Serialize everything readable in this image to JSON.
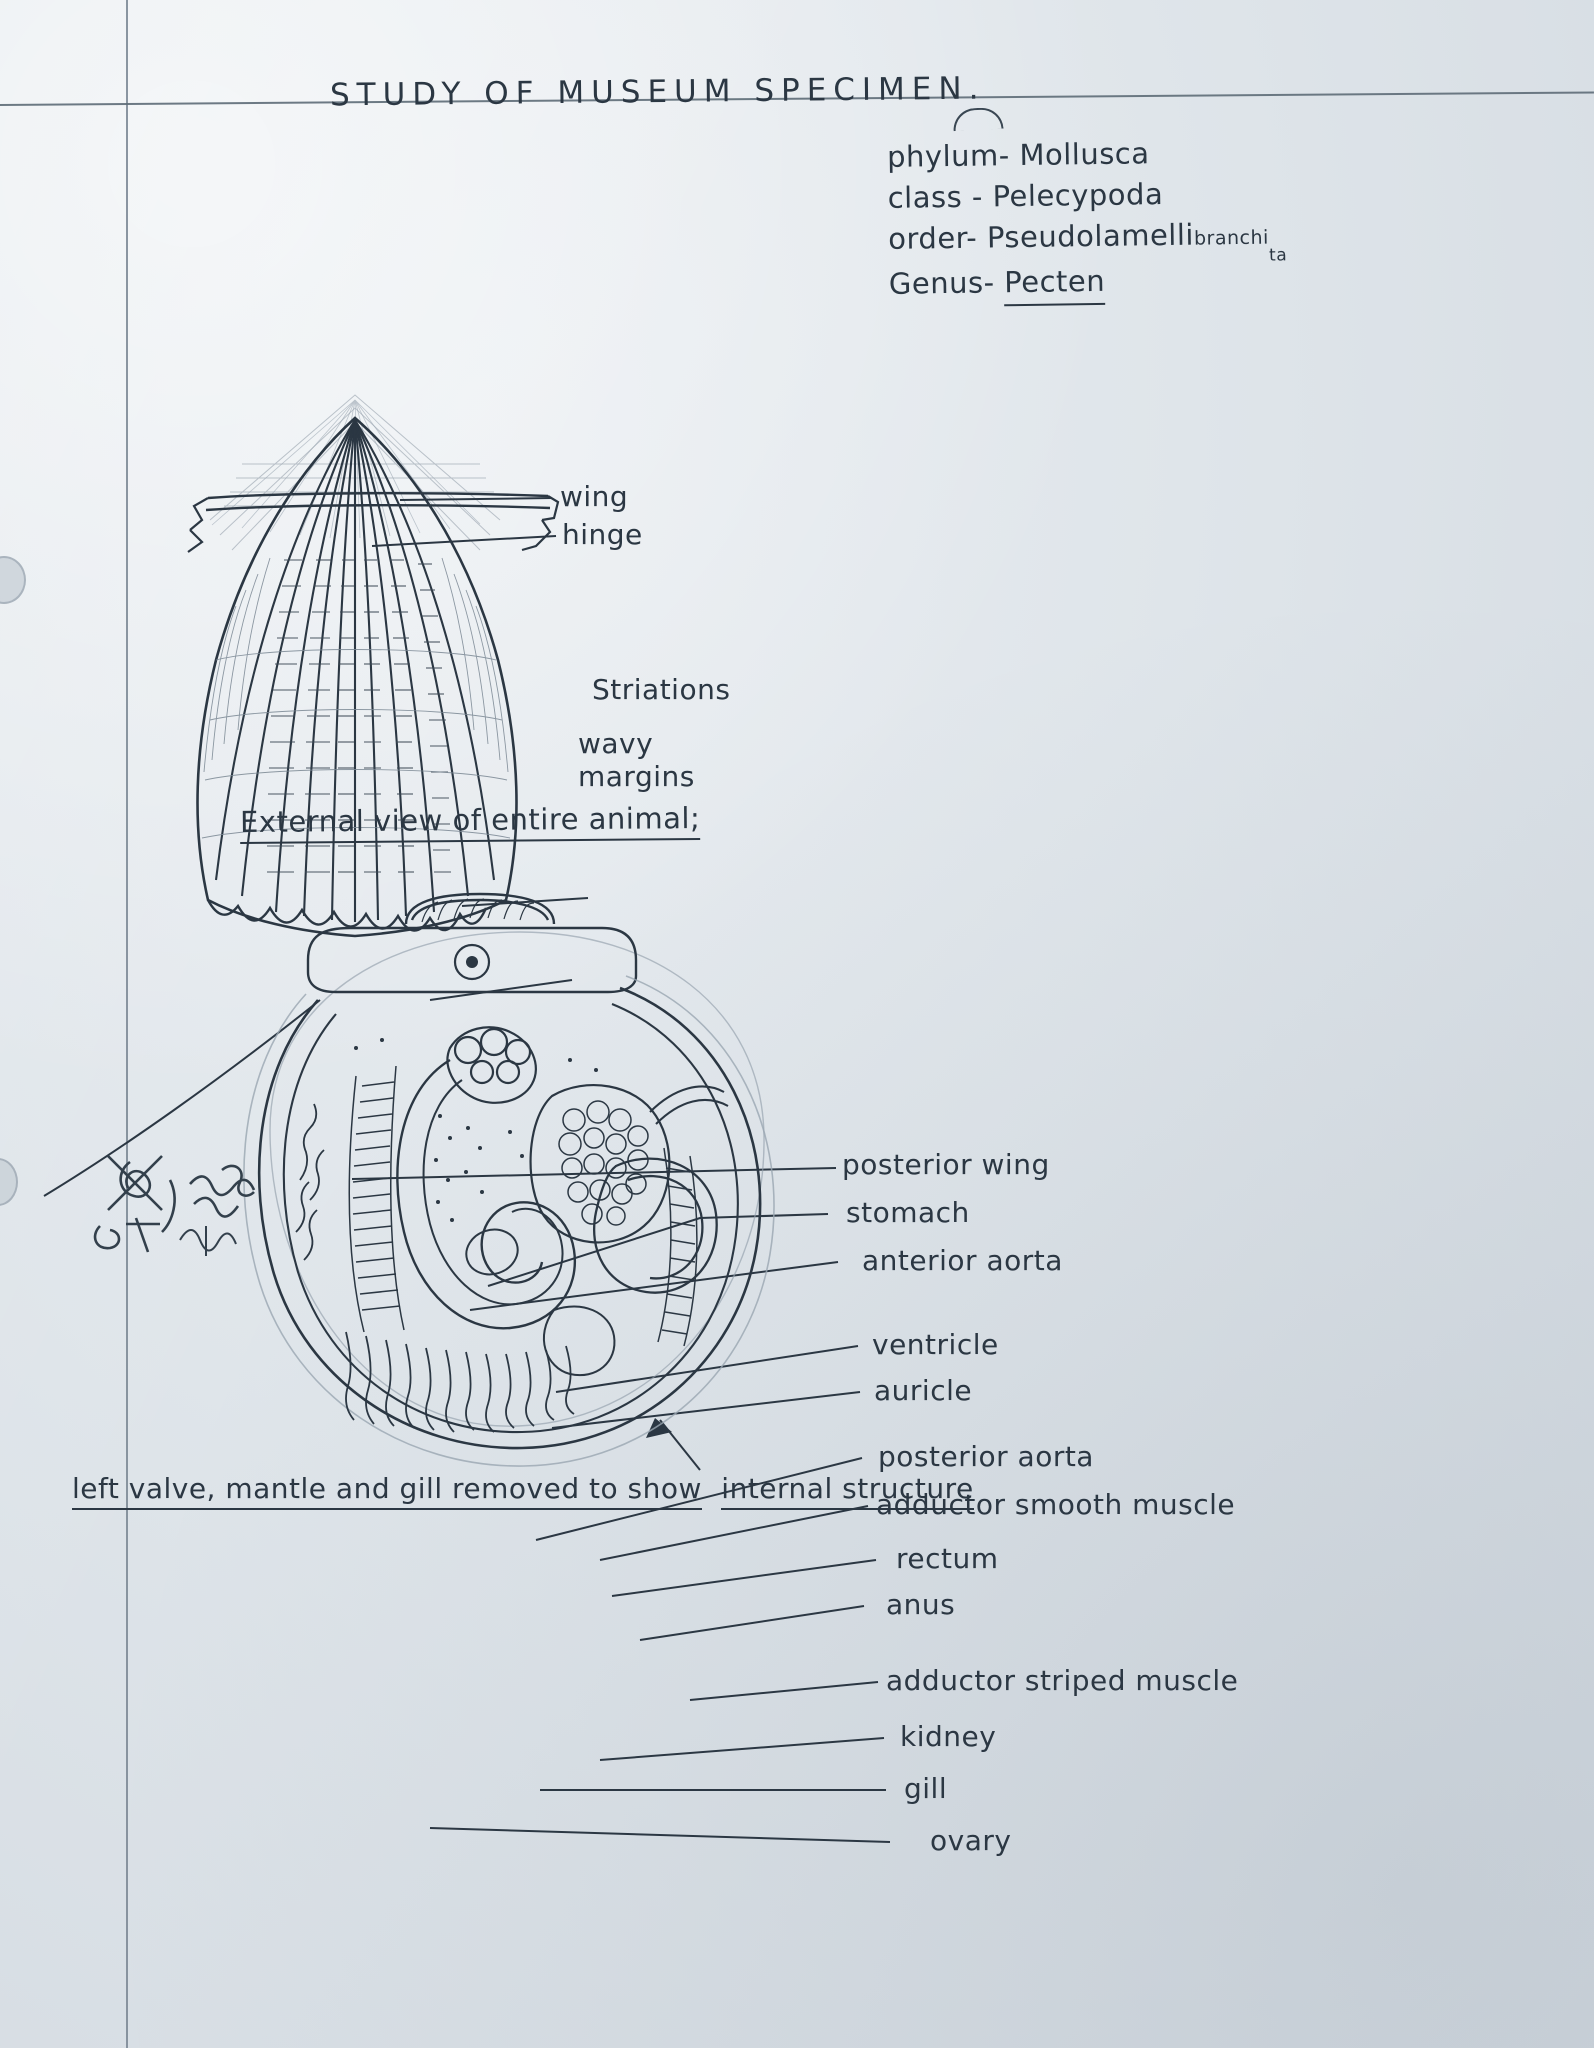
{
  "page": {
    "title": "STUDY OF MUSEUM SPECIMEN.",
    "ink_color": "#2b3743",
    "paper_color": "#dfe5ea"
  },
  "taxonomy": [
    {
      "rank": "phylum-",
      "value": "Mollusca",
      "underlined": false
    },
    {
      "rank": "class -",
      "value": "Pelecypoda",
      "underlined": false
    },
    {
      "rank": "order-",
      "value": "Pseudolamelli",
      "value_small": "branchi",
      "value_tail": "ta",
      "underlined": false
    },
    {
      "rank": "Genus-",
      "value": "Pecten",
      "underlined": true
    }
  ],
  "figure1": {
    "caption": "External view of entire animal;",
    "labels": [
      {
        "id": "wing",
        "text": "wing"
      },
      {
        "id": "hinge",
        "text": "hinge"
      },
      {
        "id": "striations",
        "text": "Striations"
      },
      {
        "id": "wavy-line1",
        "text": "wavy"
      },
      {
        "id": "wavy-line2",
        "text": "margins"
      }
    ]
  },
  "figure2": {
    "caption_part1": "left valve, mantle and gill removed to show",
    "caption_part2": "internal structure",
    "labels": [
      {
        "id": "posterior-wing",
        "text": "posterior wing"
      },
      {
        "id": "stomach",
        "text": "stomach"
      },
      {
        "id": "anterior-aorta",
        "text": "anterior aorta"
      },
      {
        "id": "ventricle",
        "text": "ventricle"
      },
      {
        "id": "auricle",
        "text": "auricle"
      },
      {
        "id": "posterior-aorta",
        "text": "posterior aorta"
      },
      {
        "id": "adductor-smooth-muscle",
        "text": "adductor smooth muscle"
      },
      {
        "id": "rectum",
        "text": "rectum"
      },
      {
        "id": "anus",
        "text": "anus"
      },
      {
        "id": "adductor-striped-muscle",
        "text": "adductor striped muscle"
      },
      {
        "id": "kidney",
        "text": "kidney"
      },
      {
        "id": "gill",
        "text": "gill"
      },
      {
        "id": "ovary",
        "text": "ovary"
      }
    ]
  }
}
